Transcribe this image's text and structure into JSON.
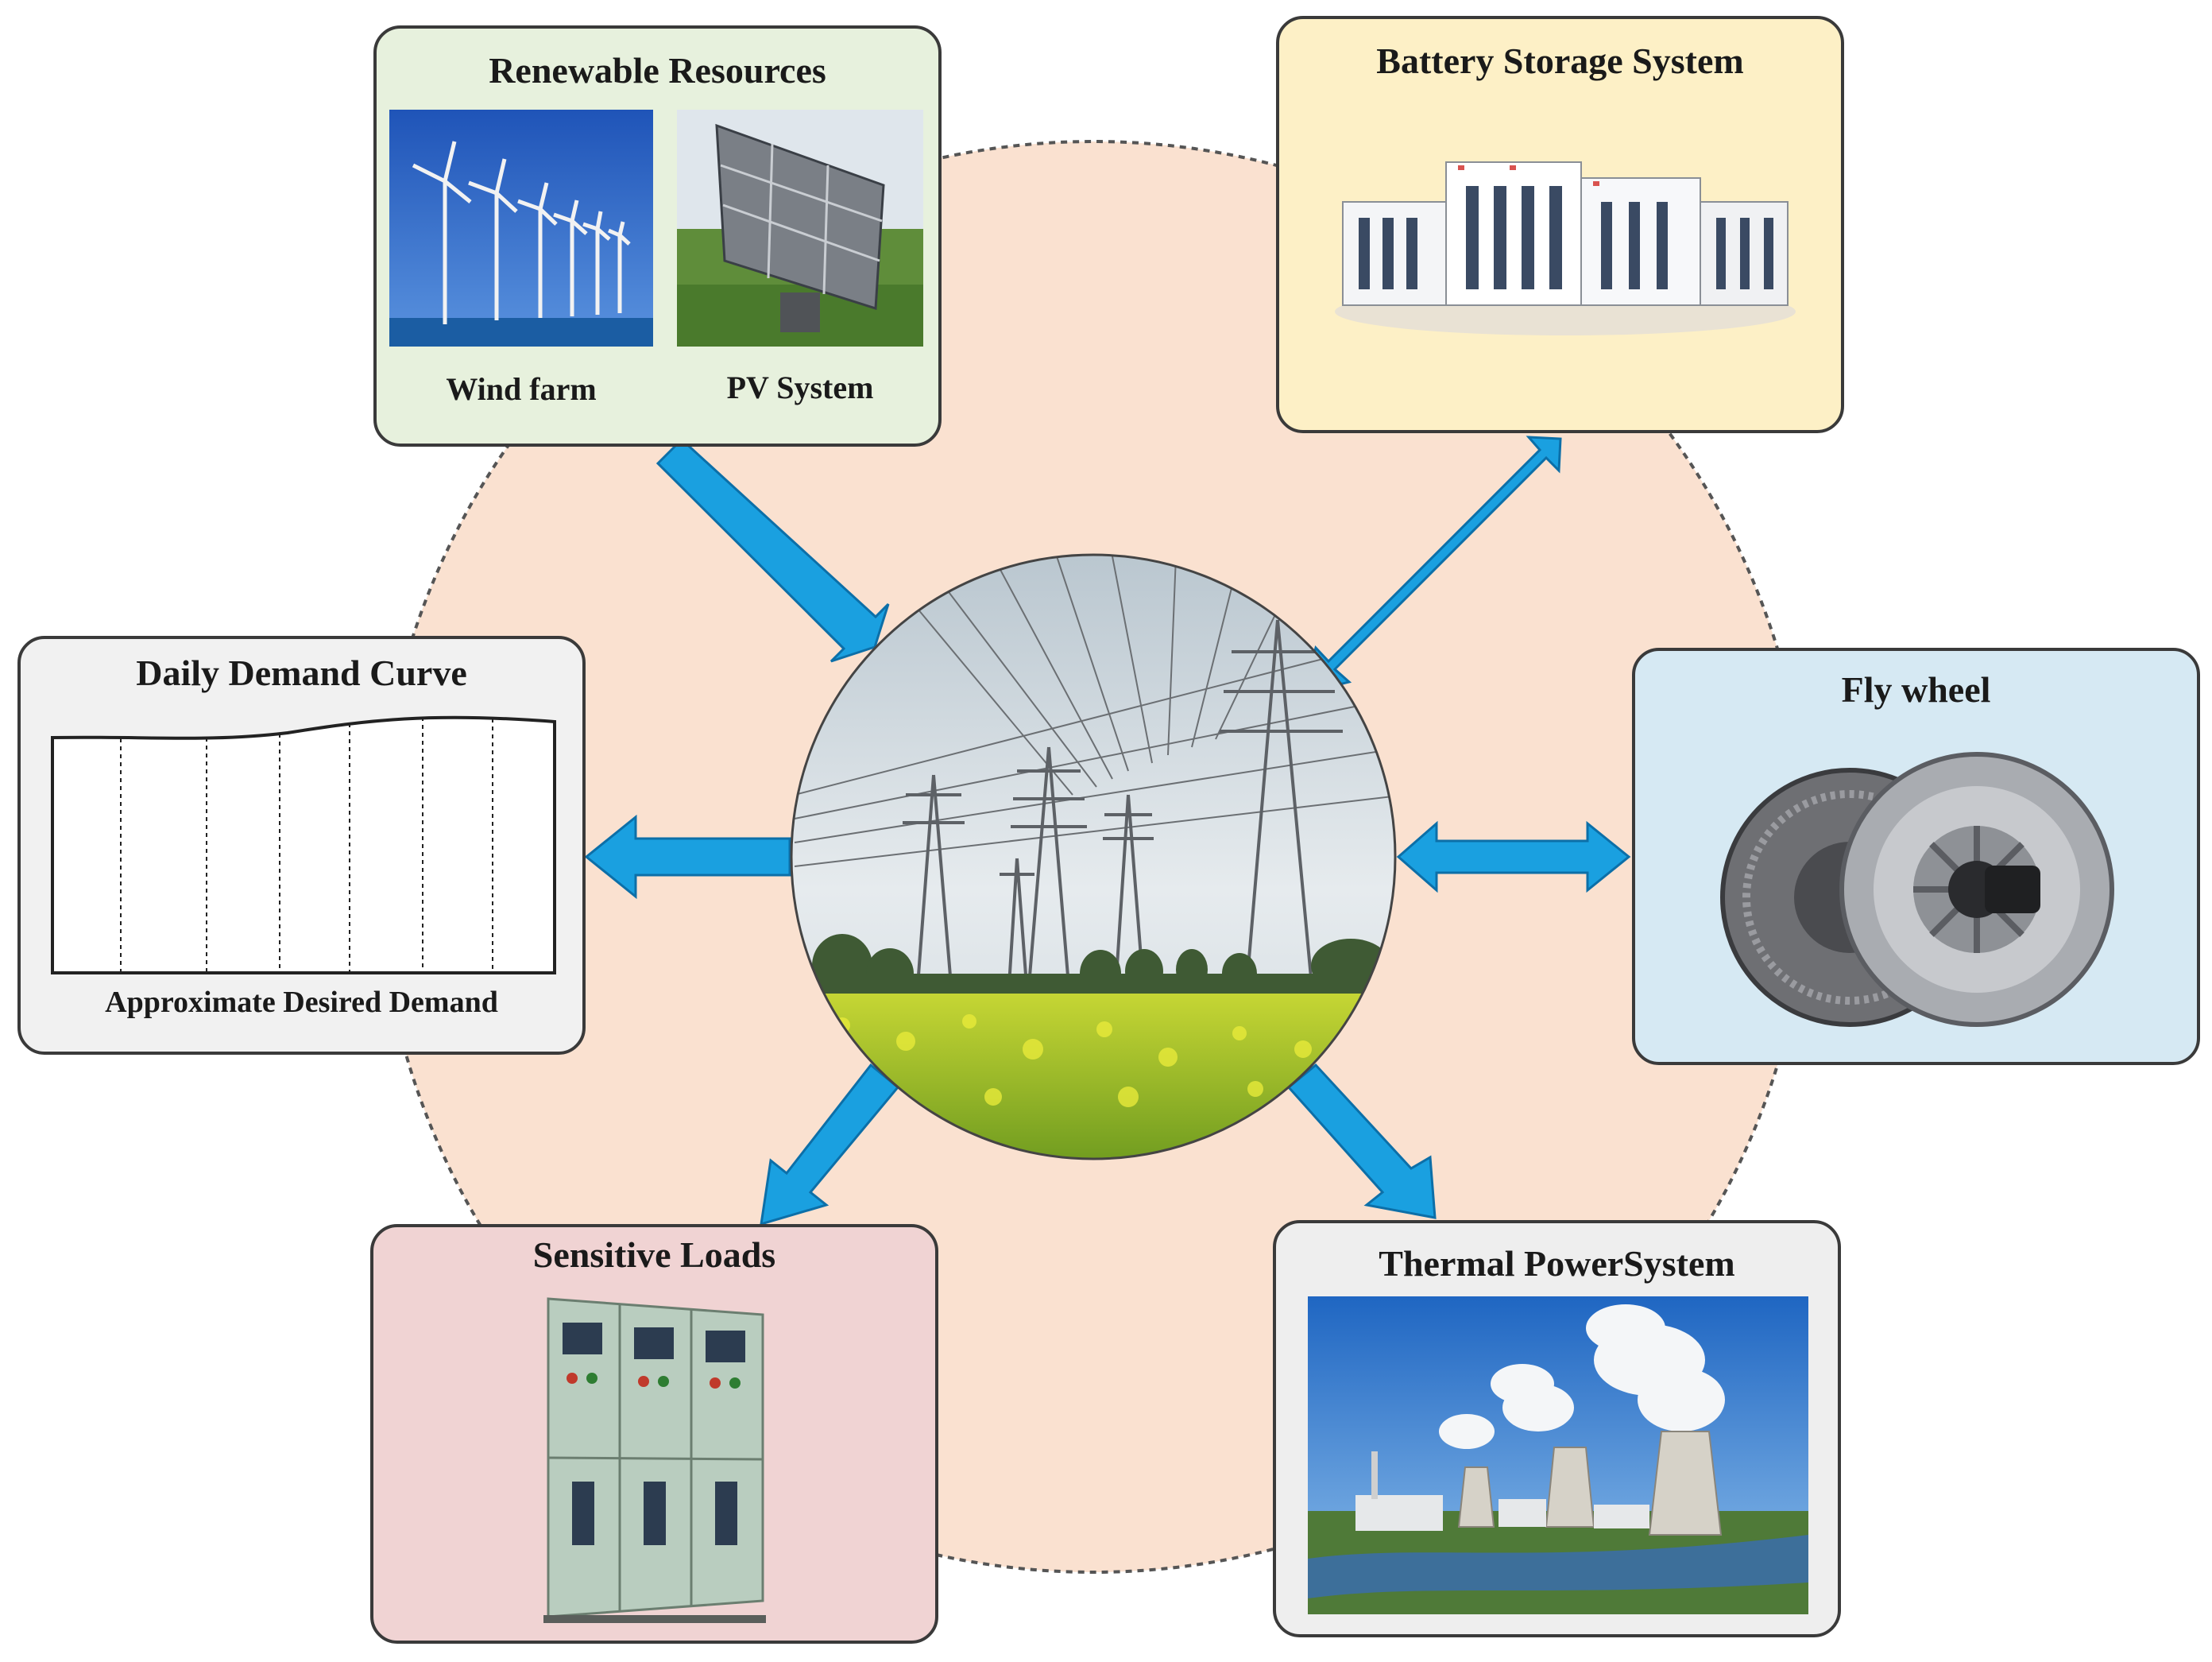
{
  "renewable": {
    "title": "Renewable Resources",
    "wind_label": "Wind farm",
    "pv_label": "PV System"
  },
  "battery": {
    "title": "Battery Storage System"
  },
  "demand": {
    "title": "Daily Demand Curve",
    "caption": "Approximate Desired Demand"
  },
  "flywheel": {
    "title": "Fly wheel"
  },
  "sensitive": {
    "title": "Sensitive Loads"
  },
  "thermal": {
    "title": "Thermal PowerSystem"
  },
  "colors": {
    "background_circle": "#fae1d0",
    "arrow": "#1aa0e0",
    "renewable_box": "#e7f1dd",
    "battery_box": "#fdf0c6",
    "demand_box": "#f1f1f1",
    "flywheel_box": "#d6e9f3",
    "sensitive_box": "#f0d3d3",
    "thermal_box": "#eeeeee"
  }
}
